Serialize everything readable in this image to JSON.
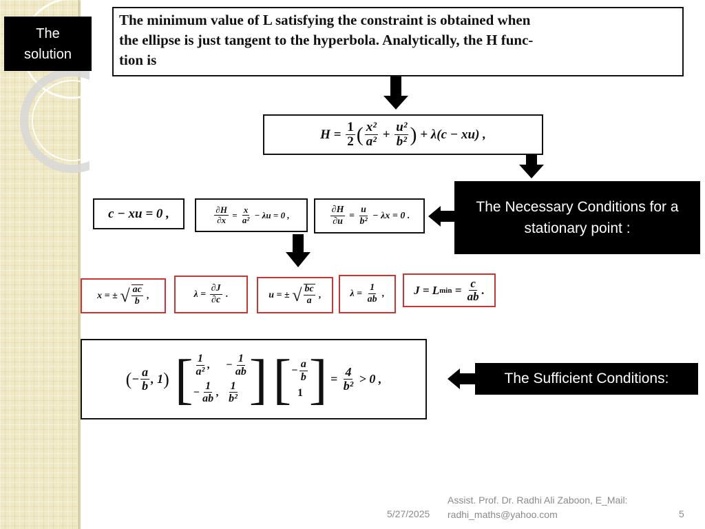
{
  "slide": {
    "title_line1": "The",
    "title_line2": "solution",
    "intro_line1": "The minimum value of L satisfying the constraint is obtained when",
    "intro_line2": "the ellipse is just tangent to the hyperbola.  Analytically, the H func-",
    "intro_line3": "tion is",
    "necessary_line1": "The Necessary Conditions for a",
    "necessary_line2": "stationary point :",
    "sufficient_label": "The Sufficient Conditions:",
    "footer_author_line1": "Assist. Prof. Dr. Radhi Ali Zaboon, E_Mail:",
    "footer_author_line2": "radhi_maths@yahoo.com",
    "footer_date": "5/27/2025",
    "footer_page": "5"
  },
  "equations": {
    "H": "H = ½(x²/a² + u²/b²) + λ(c − xu) ,",
    "constraint": "c − xu = 0 ,",
    "dHdx": "∂H/∂x = x/a² − λu = 0 ,",
    "dHdu": "∂H/∂u = u/b² − λx = 0 .",
    "x_sol": "x = ± √(ac/b) ,",
    "lambda_dJ": "λ = ∂J/∂c .",
    "u_sol": "u = ± √(bc/a) ,",
    "lambda_sol": "λ = 1/(ab) ,",
    "J_sol": "J = L_min = c/(ab) .",
    "sufficient": "(−a/b, 1) [1/a², −1/ab; −1/ab, 1/b²] [−a/b; 1] = 4/b² > 0 ,"
  },
  "colors": {
    "strip": "#f0e9c6",
    "label_bg": "#000000",
    "red_border": "#cc3333",
    "footer_text": "#8a8a8a"
  }
}
